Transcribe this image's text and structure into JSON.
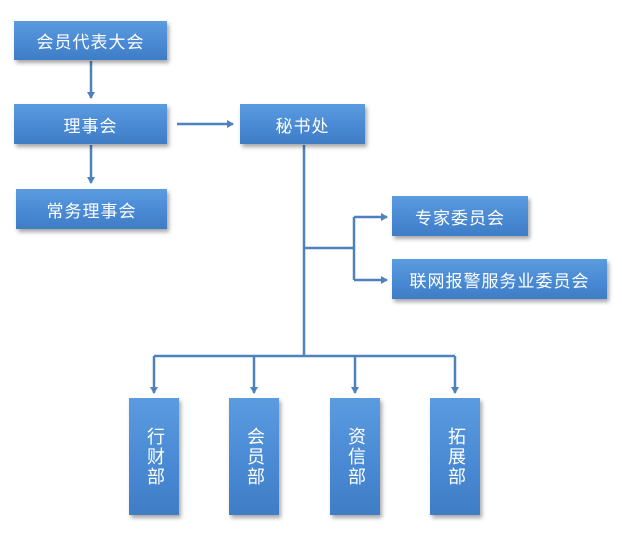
{
  "diagram": {
    "type": "org-chart",
    "nodes": {
      "assembly": "会员代表大会",
      "council": "理事会",
      "standing_council": "常务理事会",
      "secretariat": "秘书处",
      "expert_committee": "专家委员会",
      "alarm_committee": "联网报警服务业委员会",
      "admin_finance": "行财部",
      "membership": "会员部",
      "credit": "资信部",
      "expansion": "拓展部"
    },
    "edges": [
      [
        "assembly",
        "council"
      ],
      [
        "council",
        "standing_council"
      ],
      [
        "council",
        "secretariat"
      ],
      [
        "secretariat",
        "expert_committee"
      ],
      [
        "secretariat",
        "alarm_committee"
      ],
      [
        "secretariat",
        "admin_finance"
      ],
      [
        "secretariat",
        "membership"
      ],
      [
        "secretariat",
        "credit"
      ],
      [
        "secretariat",
        "expansion"
      ]
    ],
    "colors": {
      "box": "#4a8ad4",
      "line": "#4f81bd",
      "text": "#ffffff"
    }
  }
}
